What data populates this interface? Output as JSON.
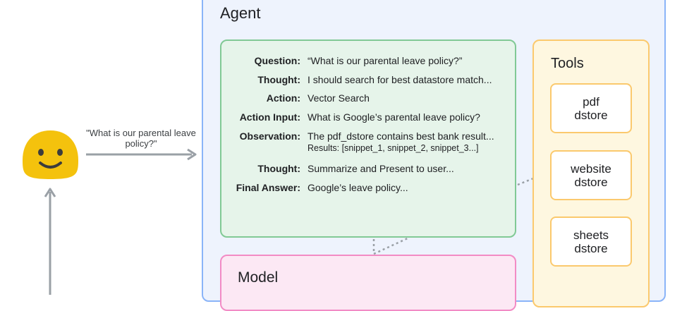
{
  "user": {
    "query": "\"What is our parental leave policy?\""
  },
  "agent": {
    "title": "Agent",
    "trace": [
      {
        "key": "Question:",
        "value": "“What is our parental leave policy?”"
      },
      {
        "key": "Thought:",
        "value": "I should search for best datastore match..."
      },
      {
        "key": "Action:",
        "value": "Vector Search"
      },
      {
        "key": "Action Input:",
        "value": "What is Google’s parental leave policy?"
      },
      {
        "key": "Observation:",
        "value": "The pdf_dstore contains best bank result...",
        "value2": "Results: [snippet_1, snippet_2, snippet_3...]"
      },
      {
        "key": "Thought:",
        "value": "Summarize and Present to user..."
      },
      {
        "key": "Final Answer:",
        "value": "Google’s leave policy..."
      }
    ]
  },
  "tools": {
    "title": "Tools",
    "items": [
      {
        "label": "pdf\ndstore"
      },
      {
        "label": "website\ndstore"
      },
      {
        "label": "sheets\ndstore"
      }
    ]
  },
  "model": {
    "title": "Model"
  },
  "colors": {
    "agent_border": "#8ab4f8",
    "reasoning_border": "#81c995",
    "tools_border": "#fbc96d",
    "model_border": "#f28bc5",
    "user_face": "#f4c20d"
  }
}
